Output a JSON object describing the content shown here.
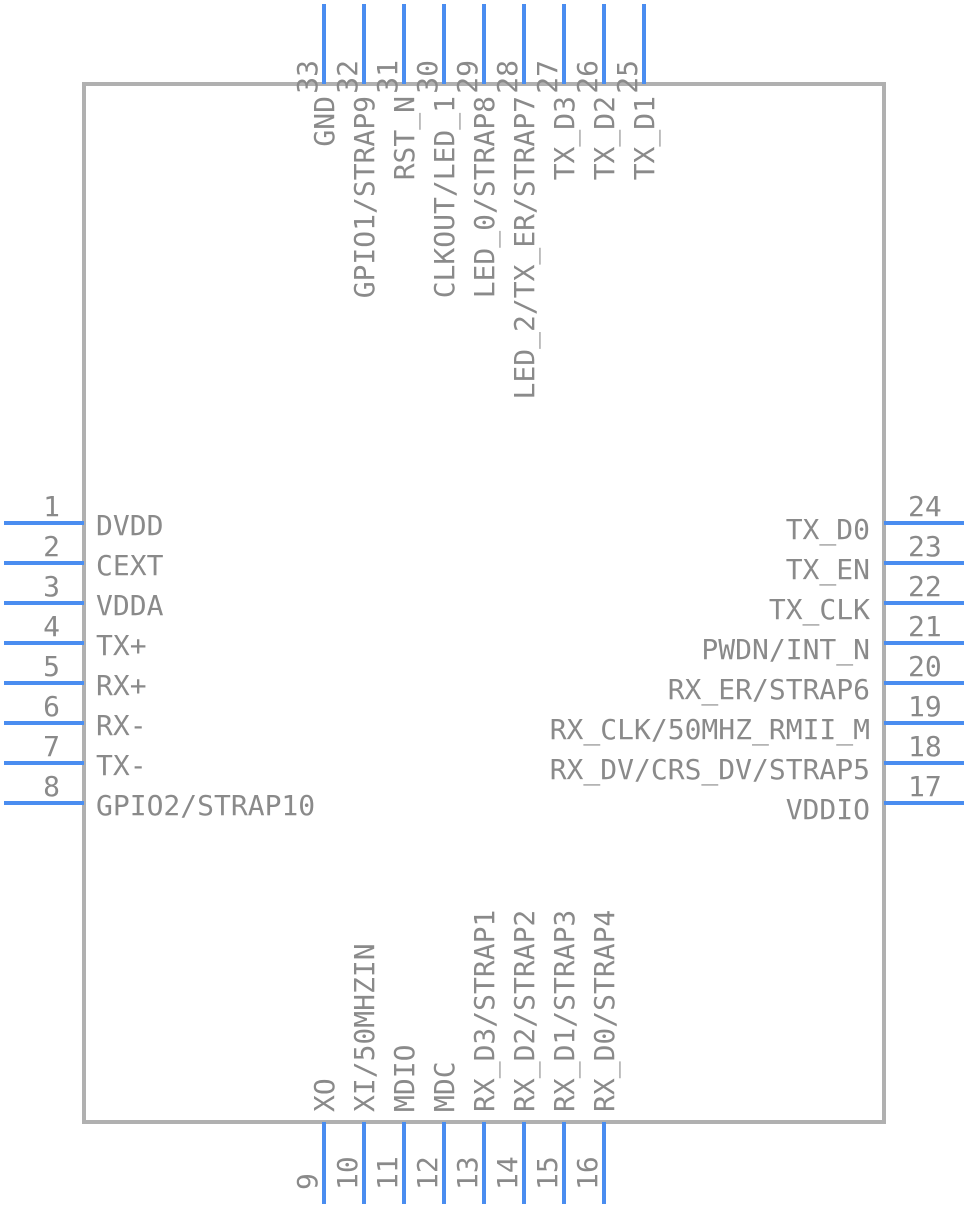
{
  "colors": {
    "pin": "#4a8df0",
    "outline": "#b0b0b0",
    "text": "#8a8a8a",
    "background": "#ffffff"
  },
  "pins": {
    "left": [
      {
        "number": "1",
        "name": "DVDD"
      },
      {
        "number": "2",
        "name": "CEXT"
      },
      {
        "number": "3",
        "name": "VDDA"
      },
      {
        "number": "4",
        "name": "TX+"
      },
      {
        "number": "5",
        "name": "RX+"
      },
      {
        "number": "6",
        "name": "RX-"
      },
      {
        "number": "7",
        "name": "TX-"
      },
      {
        "number": "8",
        "name": "GPIO2/STRAP10"
      }
    ],
    "right": [
      {
        "number": "24",
        "name": "TX_D0"
      },
      {
        "number": "23",
        "name": "TX_EN"
      },
      {
        "number": "22",
        "name": "TX_CLK"
      },
      {
        "number": "21",
        "name": "PWDN/INT_N"
      },
      {
        "number": "20",
        "name": "RX_ER/STRAP6"
      },
      {
        "number": "19",
        "name": "RX_CLK/50MHZ_RMII_M"
      },
      {
        "number": "18",
        "name": "RX_DV/CRS_DV/STRAP5"
      },
      {
        "number": "17",
        "name": "VDDIO"
      }
    ],
    "bottom": [
      {
        "number": "9",
        "name": "XO"
      },
      {
        "number": "10",
        "name": "XI/50MHZIN"
      },
      {
        "number": "11",
        "name": "MDIO"
      },
      {
        "number": "12",
        "name": "MDC"
      },
      {
        "number": "13",
        "name": "RX_D3/STRAP1"
      },
      {
        "number": "14",
        "name": "RX_D2/STRAP2"
      },
      {
        "number": "15",
        "name": "RX_D1/STRAP3"
      },
      {
        "number": "16",
        "name": "RX_D0/STRAP4"
      }
    ],
    "top": [
      {
        "number": "33",
        "name": "GND"
      },
      {
        "number": "32",
        "name": "GPIO1/STRAP9"
      },
      {
        "number": "31",
        "name": "RST_N"
      },
      {
        "number": "30",
        "name": "CLKOUT/LED_1"
      },
      {
        "number": "29",
        "name": "LED_0/STRAP8"
      },
      {
        "number": "28",
        "name": "LED_2/TX_ER/STRAP7"
      },
      {
        "number": "27",
        "name": "TX_D3"
      },
      {
        "number": "26",
        "name": "TX_D2"
      },
      {
        "number": "25",
        "name": "TX_D1"
      }
    ]
  }
}
